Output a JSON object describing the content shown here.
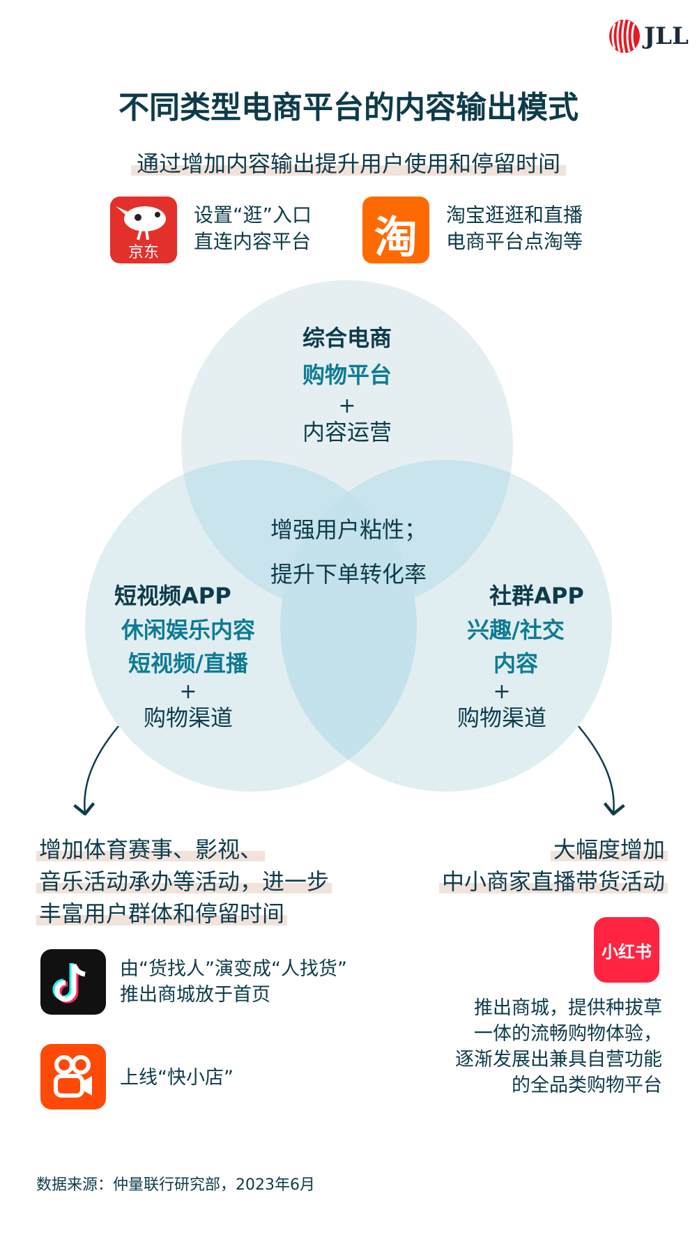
{
  "brand": {
    "name": "JLL",
    "color": "#e31b23"
  },
  "title": "不同类型电商平台的内容输出模式",
  "subtitle": "通过增加内容输出提升用户使用和停留时间",
  "top_platforms": [
    {
      "logo_label": "京东",
      "icon": "jd-dog-icon",
      "color": "#e4302b",
      "lines": [
        "设置“逛”入口",
        "直连内容平台"
      ]
    },
    {
      "logo_label": "淘",
      "icon": "taobao-icon",
      "color": "#ff6a00",
      "lines": [
        "淘宝逛逛和直播",
        "电商平台点淘等"
      ]
    }
  ],
  "venn": {
    "top": {
      "title": "综合电商",
      "highlight": "购物平台",
      "plus": "+",
      "rest": "内容运营"
    },
    "left": {
      "title": "短视频APP",
      "highlight": [
        "休闲娱乐内容",
        "短视频/直播"
      ],
      "plus": "+",
      "rest": "购物渠道"
    },
    "right": {
      "title": "社群APP",
      "highlight": [
        "兴趣/社交",
        "内容"
      ],
      "plus": "+",
      "rest": "购物渠道"
    },
    "center": [
      "增强用户粘性；",
      "提升下单转化率"
    ],
    "colors": {
      "circle_top": "#e5eff2",
      "circle_side": "#d3e8ef",
      "overlap": "#bfe2ec"
    }
  },
  "left_outcome": [
    "增加体育赛事、影视、",
    "音乐活动承办等活动，进一步",
    "丰富用户群体和停留时间"
  ],
  "right_outcome": [
    "大幅度增加",
    "中小商家直播带货活动"
  ],
  "douyin": {
    "icon": "tiktok-icon",
    "lines": [
      "由“货找人”演变成“人找货”",
      "推出商城放于首页"
    ]
  },
  "kuaishou": {
    "icon": "kuaishou-icon",
    "color": "#ff4906",
    "lines": [
      "上线“快小店”"
    ]
  },
  "xiaohongshu": {
    "logo_label": "小红书",
    "icon": "xiaohongshu-icon",
    "color": "#ff2442",
    "lines": [
      "推出商城，提供种拔草",
      "一体的流畅购物体验，",
      "逐渐发展出兼具自营功能",
      "的全品类购物平台"
    ]
  },
  "source": "数据来源：仲量联行研究部，2023年6月"
}
